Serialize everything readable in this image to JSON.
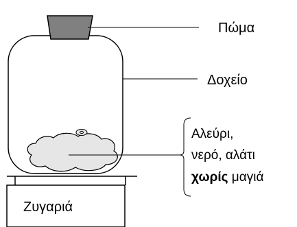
{
  "labels": {
    "lid": "Πώμα",
    "container": "Δοχείο",
    "contents_line1": "Αλεύρι,",
    "contents_line2": "νερό, αλάτι",
    "contents_line3_bold": "χωρίς",
    "contents_line3_rest": " μαγιά",
    "scale": "Ζυγαριά"
  },
  "colors": {
    "lid_fill": "#808080",
    "dough_fill": "#e6e6e6",
    "stroke": "#000000"
  }
}
